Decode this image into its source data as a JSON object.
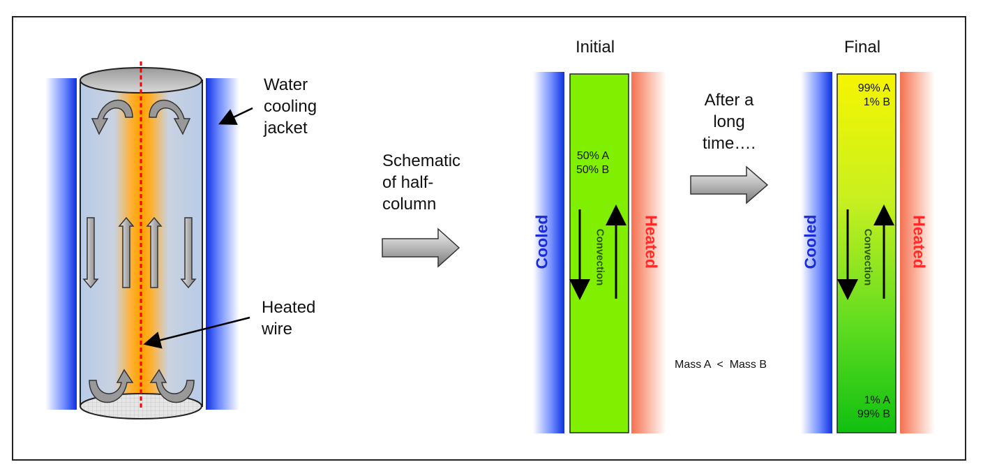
{
  "column": {
    "jacket_label": "Water cooling jacket",
    "jacket_lines": [
      "Water",
      "cooling",
      "jacket"
    ],
    "wire_lines": [
      "Heated",
      "wire"
    ]
  },
  "schematic_lines": [
    "Schematic",
    "of half-",
    "column"
  ],
  "initial": {
    "title": "Initial",
    "top_text": [
      "50% A",
      "50% B"
    ],
    "left_label": "Cooled",
    "right_label": "Heated",
    "middle_label": "Convection",
    "fill_color": "#80f000"
  },
  "transition_lines": [
    "After a",
    "long",
    "time…."
  ],
  "mass_note": "Mass A  <  Mass B",
  "final": {
    "title": "Final",
    "top_text": [
      "99% A",
      "1% B"
    ],
    "bottom_text": [
      "1% A",
      "99% B"
    ],
    "left_label": "Cooled",
    "right_label": "Heated",
    "middle_label": "Convection",
    "gradient_top": "#f4f500",
    "gradient_bottom": "#10c010"
  },
  "colors": {
    "cooled": "#1a2ad8",
    "heated": "#ff2a2a",
    "wire": "#ff0000",
    "glow": "#ffa500"
  }
}
